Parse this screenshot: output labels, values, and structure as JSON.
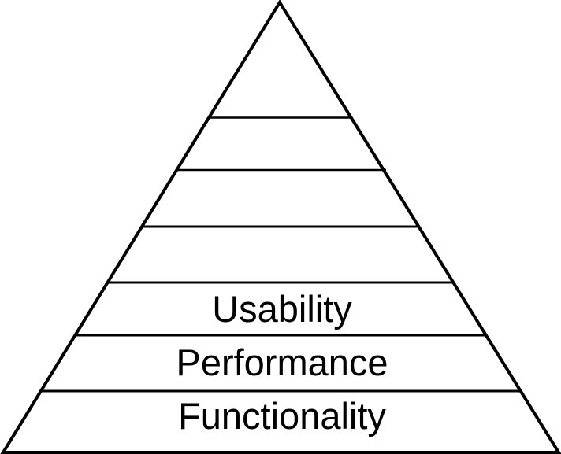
{
  "pyramid": {
    "levels": [
      "",
      "",
      "",
      "",
      "Usability",
      "Performance",
      "Functionality"
    ],
    "labels": {
      "usability": "Usability",
      "performance": "Performance",
      "functionality": "Functionality"
    },
    "stroke_color": "#000000",
    "fill_color": "#ffffff"
  }
}
